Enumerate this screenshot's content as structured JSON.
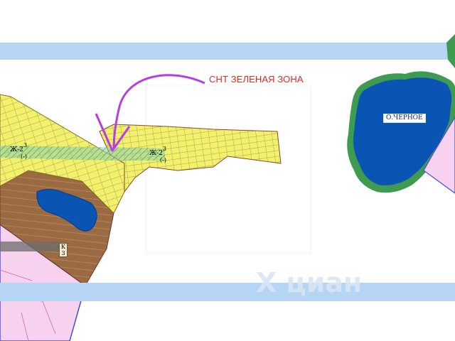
{
  "annotation": {
    "label": "СНТ ЗЕЛЕНАЯ ЗОНА"
  },
  "zones": [
    {
      "code": "Ж-2",
      "sup": "3",
      "sub": "(-)"
    },
    {
      "code": "Ж-2",
      "sup": "3",
      "sub": "(-)"
    }
  ],
  "lake": {
    "label": "О.ЧЕРНОЕ"
  },
  "k_zone": {
    "line1": "К",
    "line2": "3"
  },
  "watermark": {
    "text": "Х циан"
  },
  "colors": {
    "band": "#b6d5f4",
    "residential_yellow": "#f3f06a",
    "brown": "#9a6a42",
    "pink": "#f7d2ee",
    "water": "#0a55b4",
    "shore_green": "#3f9a52",
    "annotation_red": "#e0281e",
    "arrow_purple": "#b53fe0"
  }
}
